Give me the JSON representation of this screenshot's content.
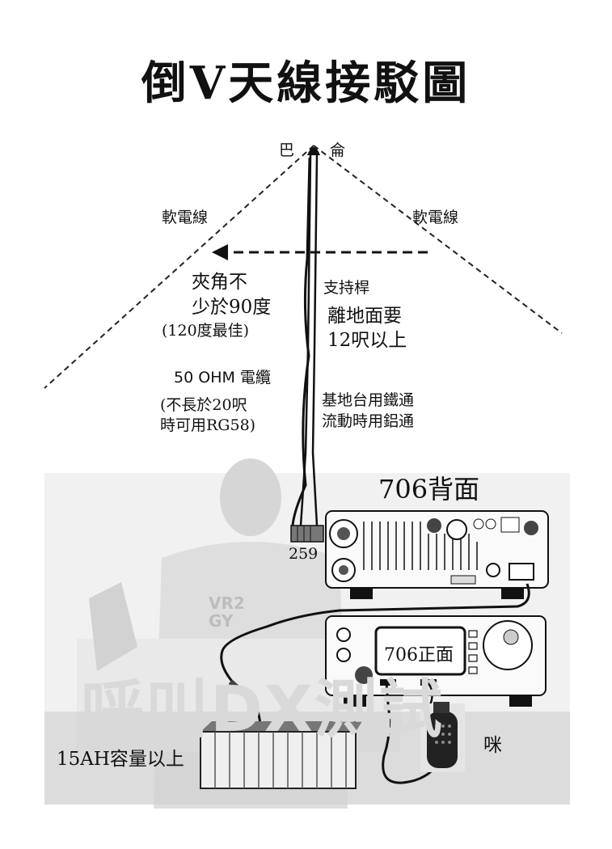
{
  "title": "倒V天線接駁圖",
  "labels": {
    "balun_left": "巴",
    "balun_right": "侖",
    "wire_left": "軟電線",
    "wire_right": "軟電線",
    "angle_line1": "夾角不",
    "angle_line2": "少於90度",
    "angle_note": "(120度最佳)",
    "mast": "支持桿",
    "height_line1": "離地面要",
    "height_line2": "12呎以上",
    "coax_prefix": "50",
    "coax_name": "OHM 電纜",
    "coax_note_line1": "(不長於20呎",
    "coax_note_line2": "時可用RG58)",
    "mast_note_line1": "基地台用鐵通",
    "mast_note_line2": "流動時用鋁通",
    "rear_title": "706背面",
    "connector": "259",
    "front_screen": "706正面",
    "battery": "15AH容量以上",
    "mic": "咪",
    "watermark": "呼叫DX測試",
    "shirt_text": "VR2 GY"
  }
}
